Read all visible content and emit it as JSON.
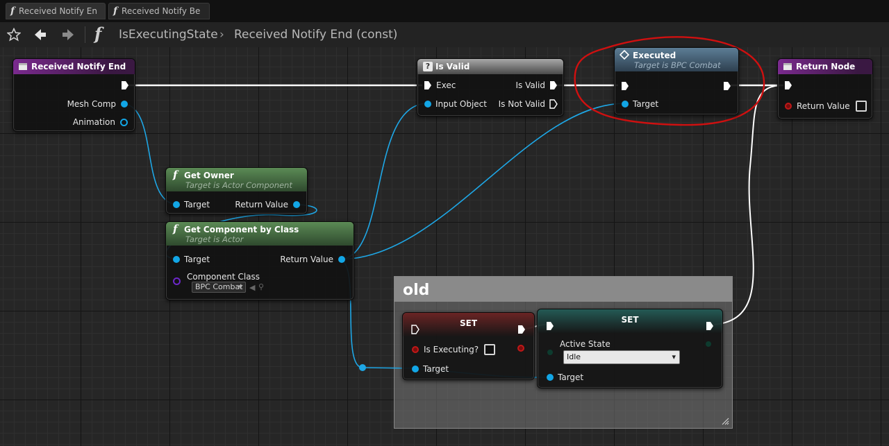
{
  "tabs": [
    {
      "label": "Received Notify En"
    },
    {
      "label": "Received Notify Be"
    }
  ],
  "breadcrumb": {
    "root": "IsExecutingState",
    "current": "Received Notify End (const)"
  },
  "nodes": {
    "received_notify_end": {
      "title": "Received Notify End",
      "pins": {
        "mesh_comp": "Mesh Comp",
        "animation": "Animation"
      }
    },
    "get_owner": {
      "title": "Get Owner",
      "subtitle": "Target is Actor Component",
      "pins": {
        "target": "Target",
        "return_value": "Return Value"
      }
    },
    "get_component_by_class": {
      "title": "Get Component by Class",
      "subtitle": "Target is Actor",
      "pins": {
        "target": "Target",
        "return_value": "Return Value",
        "component_class": "Component Class"
      },
      "class_value": "BPC Combat"
    },
    "is_valid": {
      "title": "Is Valid",
      "pins": {
        "exec": "Exec",
        "input_object": "Input Object",
        "is_valid": "Is Valid",
        "is_not_valid": "Is Not Valid"
      }
    },
    "executed": {
      "title": "Executed",
      "subtitle": "Target is BPC Combat",
      "pins": {
        "target": "Target"
      }
    },
    "return_node": {
      "title": "Return Node",
      "pins": {
        "return_value": "Return Value"
      }
    },
    "set_executing": {
      "title": "SET",
      "pins": {
        "is_executing": "Is Executing?",
        "target": "Target"
      }
    },
    "set_active_state": {
      "title": "SET",
      "pins": {
        "active_state": "Active State",
        "target": "Target"
      },
      "state_value": "Idle"
    }
  },
  "comment": {
    "title": "old"
  },
  "colors": {
    "object_pin": "#12a6e6",
    "pure_function_header": "#4f7a4a",
    "event_header": "#7a2a8e",
    "highlight_circle": "#d01010"
  }
}
